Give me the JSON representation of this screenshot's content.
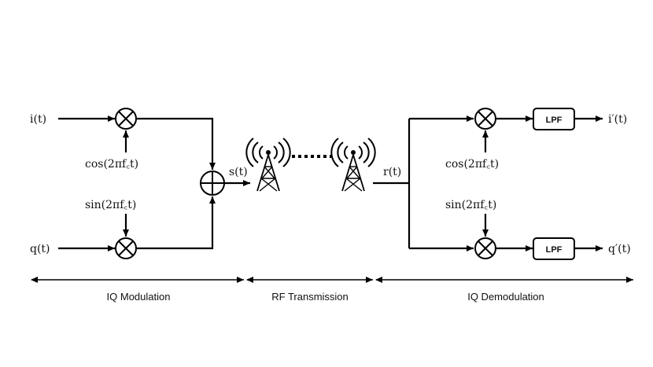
{
  "signals": {
    "i_in": "i(t)",
    "q_in": "q(t)",
    "cos_mod": "cos(2πf꜀t)",
    "sin_mod": "sin(2πf꜀t)",
    "s_out": "s(t)",
    "r_in": "r(t)",
    "cos_demod": "cos(2πf꜀t)",
    "sin_demod": "sin(2πf꜀t)",
    "i_out": "i′(t)",
    "q_out": "q′(t)"
  },
  "blocks": {
    "lpf_top": "LPF",
    "lpf_bottom": "LPF"
  },
  "sections": {
    "modulation": "IQ Modulation",
    "transmission": "RF Transmission",
    "demodulation": "IQ Demodulation"
  },
  "icons": [
    "multiplier-icon",
    "adder-icon",
    "antenna-tower-icon"
  ]
}
